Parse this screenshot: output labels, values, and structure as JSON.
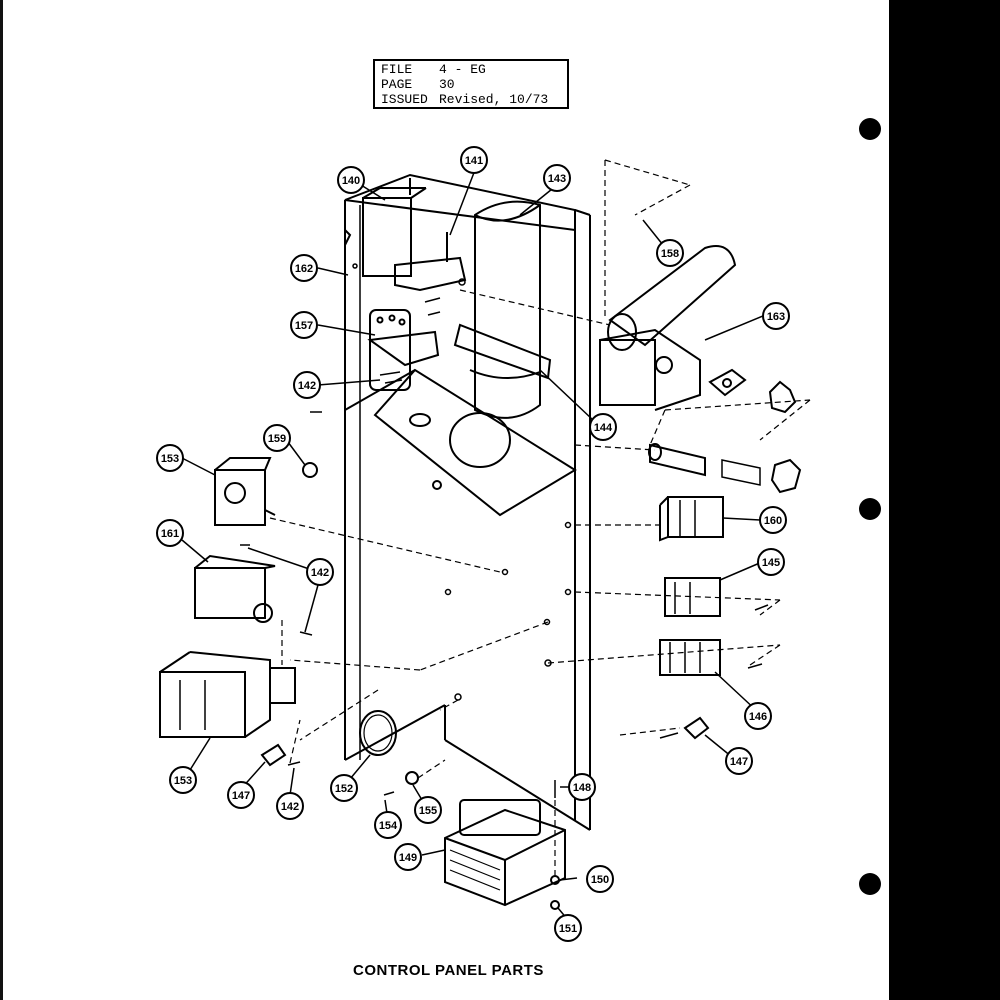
{
  "info": {
    "file_label": "FILE",
    "file_value": "4 - EG",
    "page_label": "PAGE",
    "page_value": "30",
    "issued_label": "ISSUED",
    "issued_value": "Revised, 10/73"
  },
  "caption": "CONTROL PANEL PARTS",
  "callouts": [
    "140",
    "141",
    "143",
    "158",
    "162",
    "157",
    "163",
    "142",
    "144",
    "159",
    "153",
    "160",
    "161",
    "142",
    "145",
    "146",
    "147",
    "153",
    "147",
    "142",
    "152",
    "155",
    "154",
    "148",
    "149",
    "150",
    "151"
  ]
}
